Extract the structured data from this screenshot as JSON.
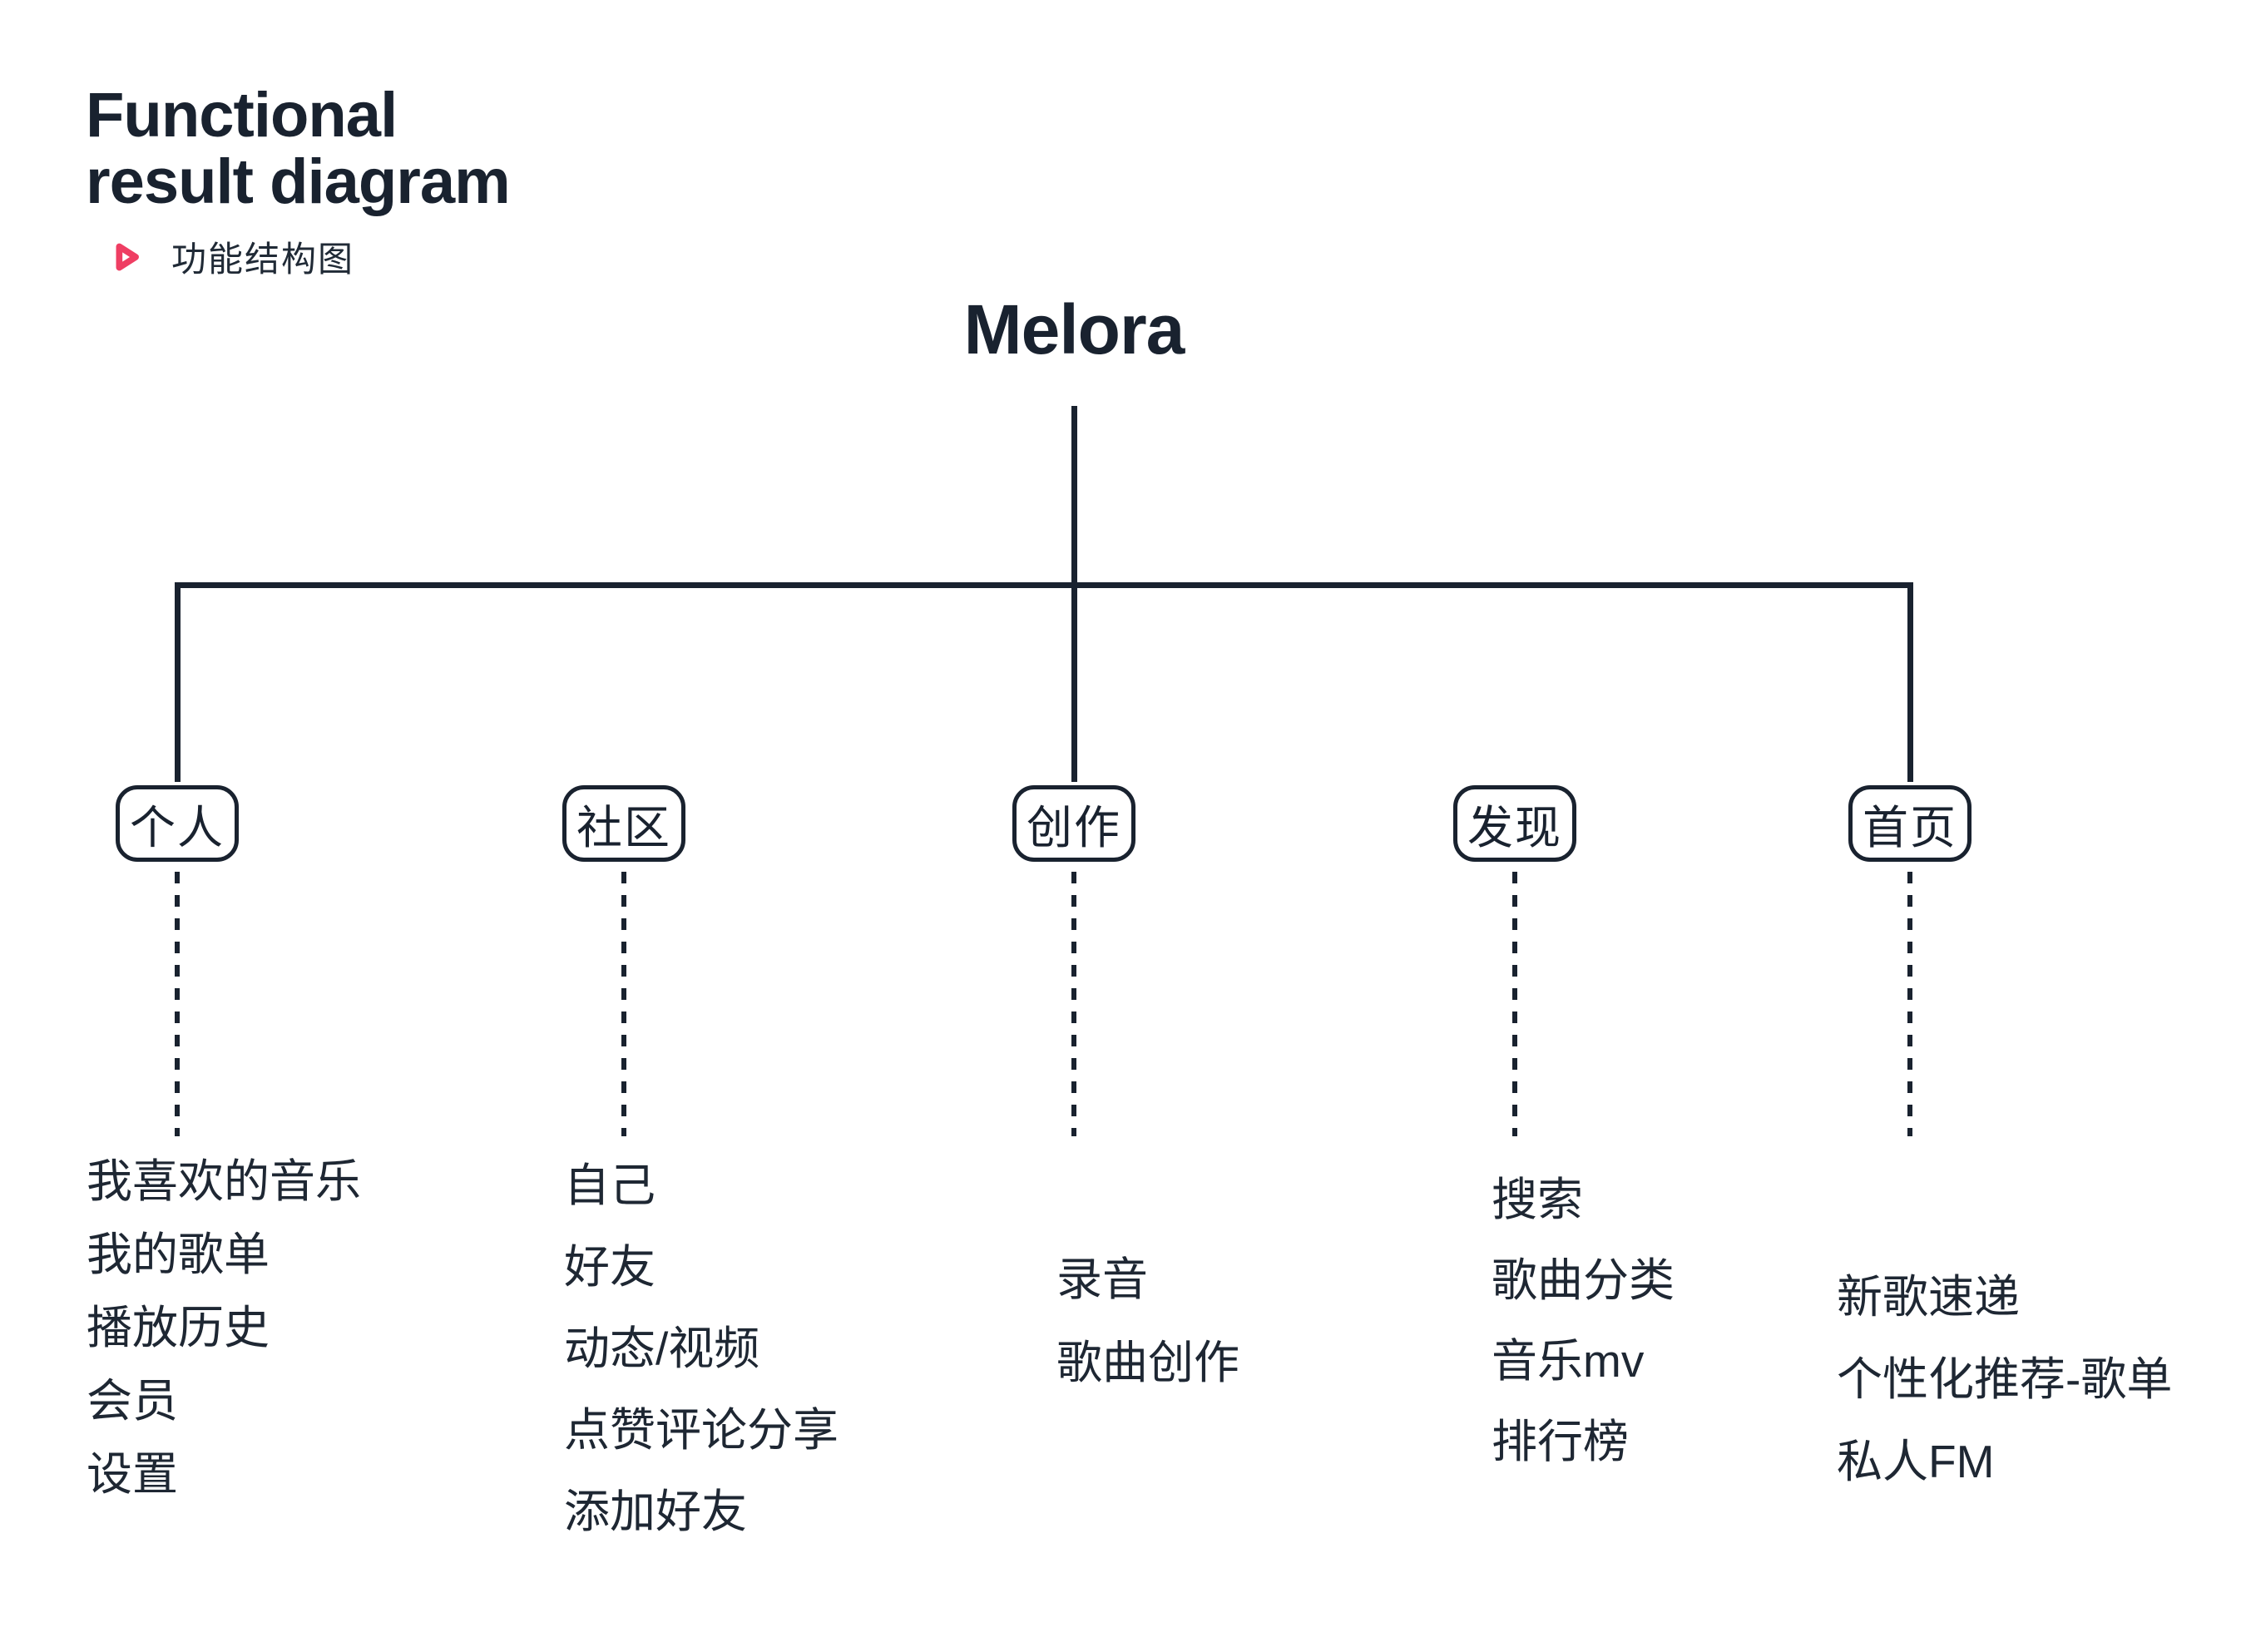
{
  "page": {
    "title_line1": "Functional",
    "title_line2": "result diagram",
    "legend": "功能结构图",
    "root": "Melora"
  },
  "colors": {
    "ink": "#19222f",
    "accent_pink": "#ef3e63"
  },
  "tree": {
    "branches": [
      {
        "label": "个人",
        "items": [
          "我喜欢的音乐",
          "我的歌单",
          "播放历史",
          "会员",
          "设置"
        ]
      },
      {
        "label": "社区",
        "items": [
          "自己",
          "好友",
          "动态/视频",
          "点赞评论分享",
          "添加好友"
        ]
      },
      {
        "label": "创作",
        "items": [
          "录音",
          "歌曲创作"
        ]
      },
      {
        "label": "发现",
        "items": [
          "搜索",
          "歌曲分类",
          "音乐mv",
          "排行榜"
        ]
      },
      {
        "label": "首页",
        "items": [
          "新歌速递",
          "个性化推荐-歌单",
          "私人FM"
        ]
      }
    ]
  }
}
